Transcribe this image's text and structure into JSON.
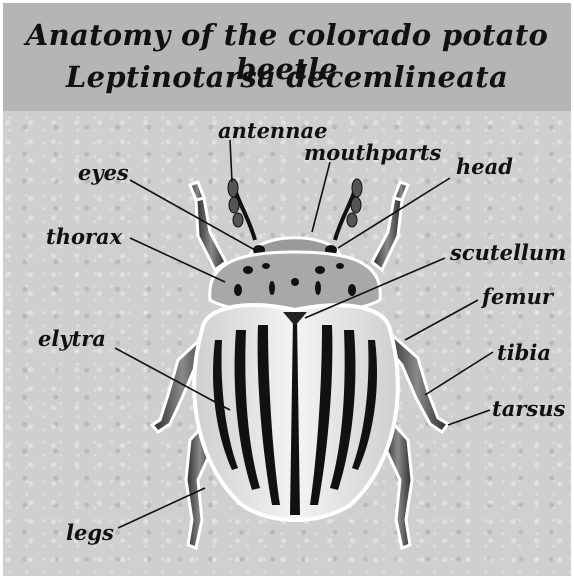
{
  "title": {
    "line1": "Anatomy of the colorado potato beetle",
    "line2": "Leptinotarsa decemlineata"
  },
  "labels": {
    "antennae": "antennae",
    "mouthparts": "mouthparts",
    "head": "head",
    "eyes": "eyes",
    "thorax": "thorax",
    "scutellum": "scutellum",
    "femur": "femur",
    "elytra": "elytra",
    "tibia": "tibia",
    "tarsus": "tarsus",
    "legs": "legs"
  },
  "colors": {
    "banner": "#b5b5b5",
    "background": "#cfcfcf",
    "ink": "#111111",
    "stripe_light": "#f2f2f2"
  }
}
